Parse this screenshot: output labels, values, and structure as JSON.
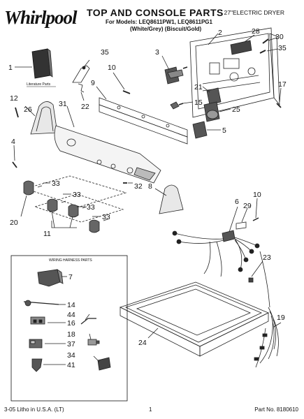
{
  "header": {
    "logo": "Whirlpool",
    "title": "TOP AND CONSOLE PARTS",
    "product": "27\"ELECTRIC DRYER",
    "models": "For Models: LEQ8611PW1, LEQ8611PG1",
    "colors": "(White/Grey)    (Biscuit/Gold)"
  },
  "literature_label": "Literature Parts",
  "wiring_box_title": "WIRING HARNESS PARTS",
  "callouts": {
    "c1": "1",
    "c35a": "35",
    "c10a": "10",
    "c3": "3",
    "c2": "2",
    "c28": "28",
    "c30": "30",
    "c35b": "35",
    "c9": "9",
    "c22": "22",
    "c21": "21",
    "c17": "17",
    "c12": "12",
    "c26": "26",
    "c31": "31",
    "c15": "15",
    "c25": "25",
    "c5": "5",
    "c4": "4",
    "c33a": "33",
    "c33b": "33",
    "c33c": "33",
    "c33d": "33",
    "c32": "32",
    "c8": "8",
    "c20": "20",
    "c11": "11",
    "c6": "6",
    "c10b": "10",
    "c29": "29",
    "c23": "23",
    "c7": "7",
    "c14": "14",
    "c44": "44",
    "c16": "16",
    "c18": "18",
    "c37": "37",
    "c34": "34",
    "c41": "41",
    "c24": "24",
    "c19": "19"
  },
  "footer": {
    "left": "3-05 Litho in U.S.A. (LT)",
    "page": "1",
    "right": "Part No. 8180610"
  }
}
